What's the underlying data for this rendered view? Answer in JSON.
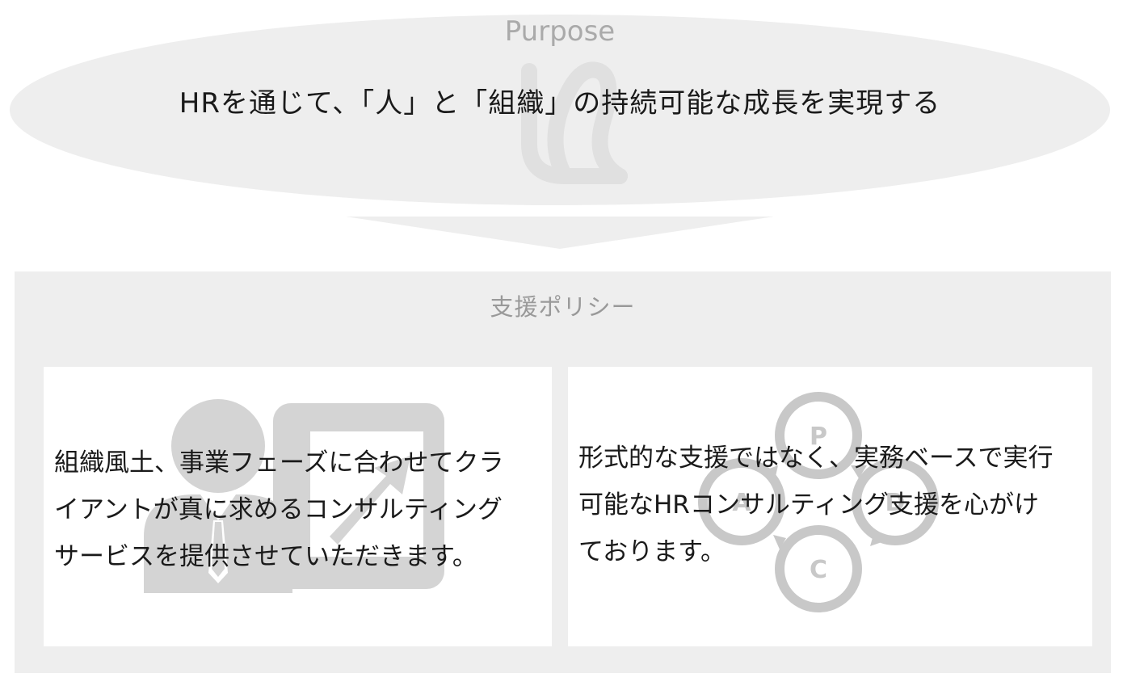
{
  "purpose": {
    "label": "Purpose",
    "statement": "HRを通じて、「人」と「組織」の持続可能な成長を実現する"
  },
  "policy": {
    "title": "支援ポリシー",
    "cards": [
      {
        "icon": "consultant-presentation-icon",
        "lines": [
          "組織風土、事業フェーズに合わせてクラ",
          "イアントが真に求めるコンサルティング",
          "サービスを提供させていただきます。"
        ]
      },
      {
        "icon": "pdca-cycle-icon",
        "lines": [
          "形式的な支援ではなく、実務ベースで実行",
          "可能なHRコンサルティング支援を心がけ",
          "ております。"
        ],
        "cycle_letters": [
          "P",
          "D",
          "C",
          "A"
        ]
      }
    ]
  },
  "colors": {
    "panel_bg": "#eeeeee",
    "card_bg": "#ffffff",
    "muted_label": "#aaaaaa",
    "icon_gray": "#cccccc",
    "text": "#1a1a1a"
  }
}
